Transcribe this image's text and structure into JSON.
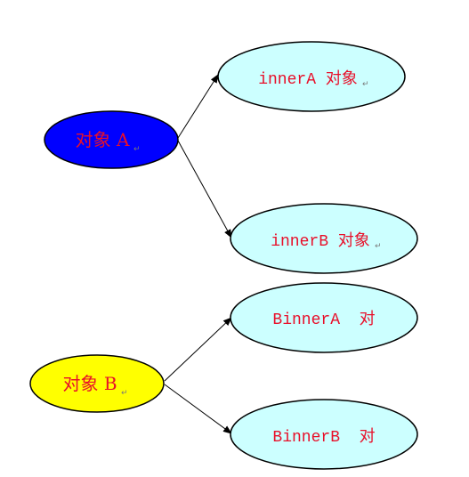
{
  "colors": {
    "node_a_fill": "#0000ff",
    "node_b_fill": "#ffff00",
    "child_fill": "#ccffff",
    "outline": "#000000",
    "label": "#e8102a",
    "arrow": "#000000"
  },
  "nodes": {
    "object_a": {
      "label": "对象 A",
      "para_mark": "↵"
    },
    "inner_a": {
      "label": "innerA 对象",
      "para_mark": "↵"
    },
    "inner_b": {
      "label": "innerB 对象",
      "para_mark": "↵"
    },
    "object_b": {
      "label": "对象 B",
      "para_mark": "↵"
    },
    "binner_a": {
      "label": "BinnerA  对"
    },
    "binner_b": {
      "label": "BinnerB  对"
    }
  }
}
